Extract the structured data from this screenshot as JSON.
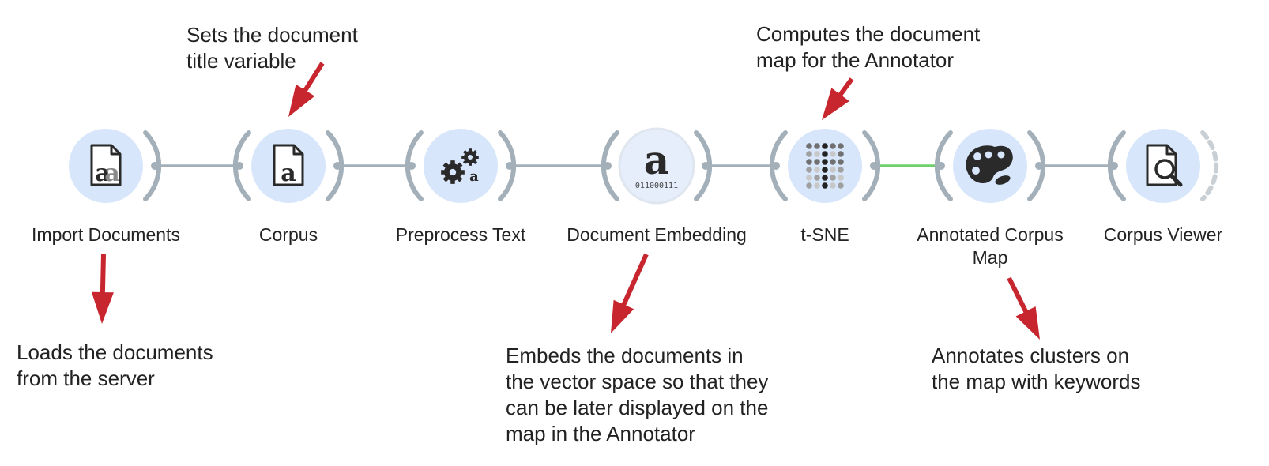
{
  "colors": {
    "link": "#a3b0b9",
    "active_link": "#6fcf6a",
    "node_fill": "#d7e6fa",
    "bracket": "#a3b0b9",
    "arrow": "#c7262f",
    "icon": "#2a2a2a"
  },
  "nodes": [
    {
      "id": "import-documents",
      "label_lines": [
        "Import Documents"
      ],
      "icon": "document-a-icon"
    },
    {
      "id": "corpus",
      "label_lines": [
        "Corpus"
      ],
      "icon": "document-icon"
    },
    {
      "id": "preprocess-text",
      "label_lines": [
        "Preprocess Text"
      ],
      "icon": "gears-icon"
    },
    {
      "id": "document-embedding",
      "label_lines": [
        "Document Embedding"
      ],
      "icon": "embedding-icon",
      "icon_caption": "011000111"
    },
    {
      "id": "t-sne",
      "label_lines": [
        "t-SNE"
      ],
      "icon": "dot-matrix-icon"
    },
    {
      "id": "annotated-corpus-map",
      "label_lines": [
        "Annotated Corpus",
        "Map"
      ],
      "icon": "palette-icon"
    },
    {
      "id": "corpus-viewer",
      "label_lines": [
        "Corpus Viewer"
      ],
      "icon": "magnifier-document-icon"
    }
  ],
  "links": [
    {
      "from": 0,
      "to": 1,
      "active": false
    },
    {
      "from": 1,
      "to": 2,
      "active": false
    },
    {
      "from": 2,
      "to": 3,
      "active": false
    },
    {
      "from": 3,
      "to": 4,
      "active": false
    },
    {
      "from": 4,
      "to": 5,
      "active": true
    },
    {
      "from": 5,
      "to": 6,
      "active": false
    }
  ],
  "annotations": [
    {
      "id": "corpus",
      "lines": [
        "Sets the document",
        "title variable"
      ]
    },
    {
      "id": "t-sne",
      "lines": [
        "Computes the document",
        "map for the Annotator"
      ]
    },
    {
      "id": "import-documents",
      "lines": [
        "Loads the documents",
        "from the server"
      ]
    },
    {
      "id": "document-embedding",
      "lines": [
        "Embeds the documents in",
        "the vector space so that they",
        "can be later displayed on the",
        "map in the Annotator"
      ]
    },
    {
      "id": "annotated-corpus-map",
      "lines": [
        "Annotates clusters on",
        "the map with keywords"
      ]
    }
  ]
}
